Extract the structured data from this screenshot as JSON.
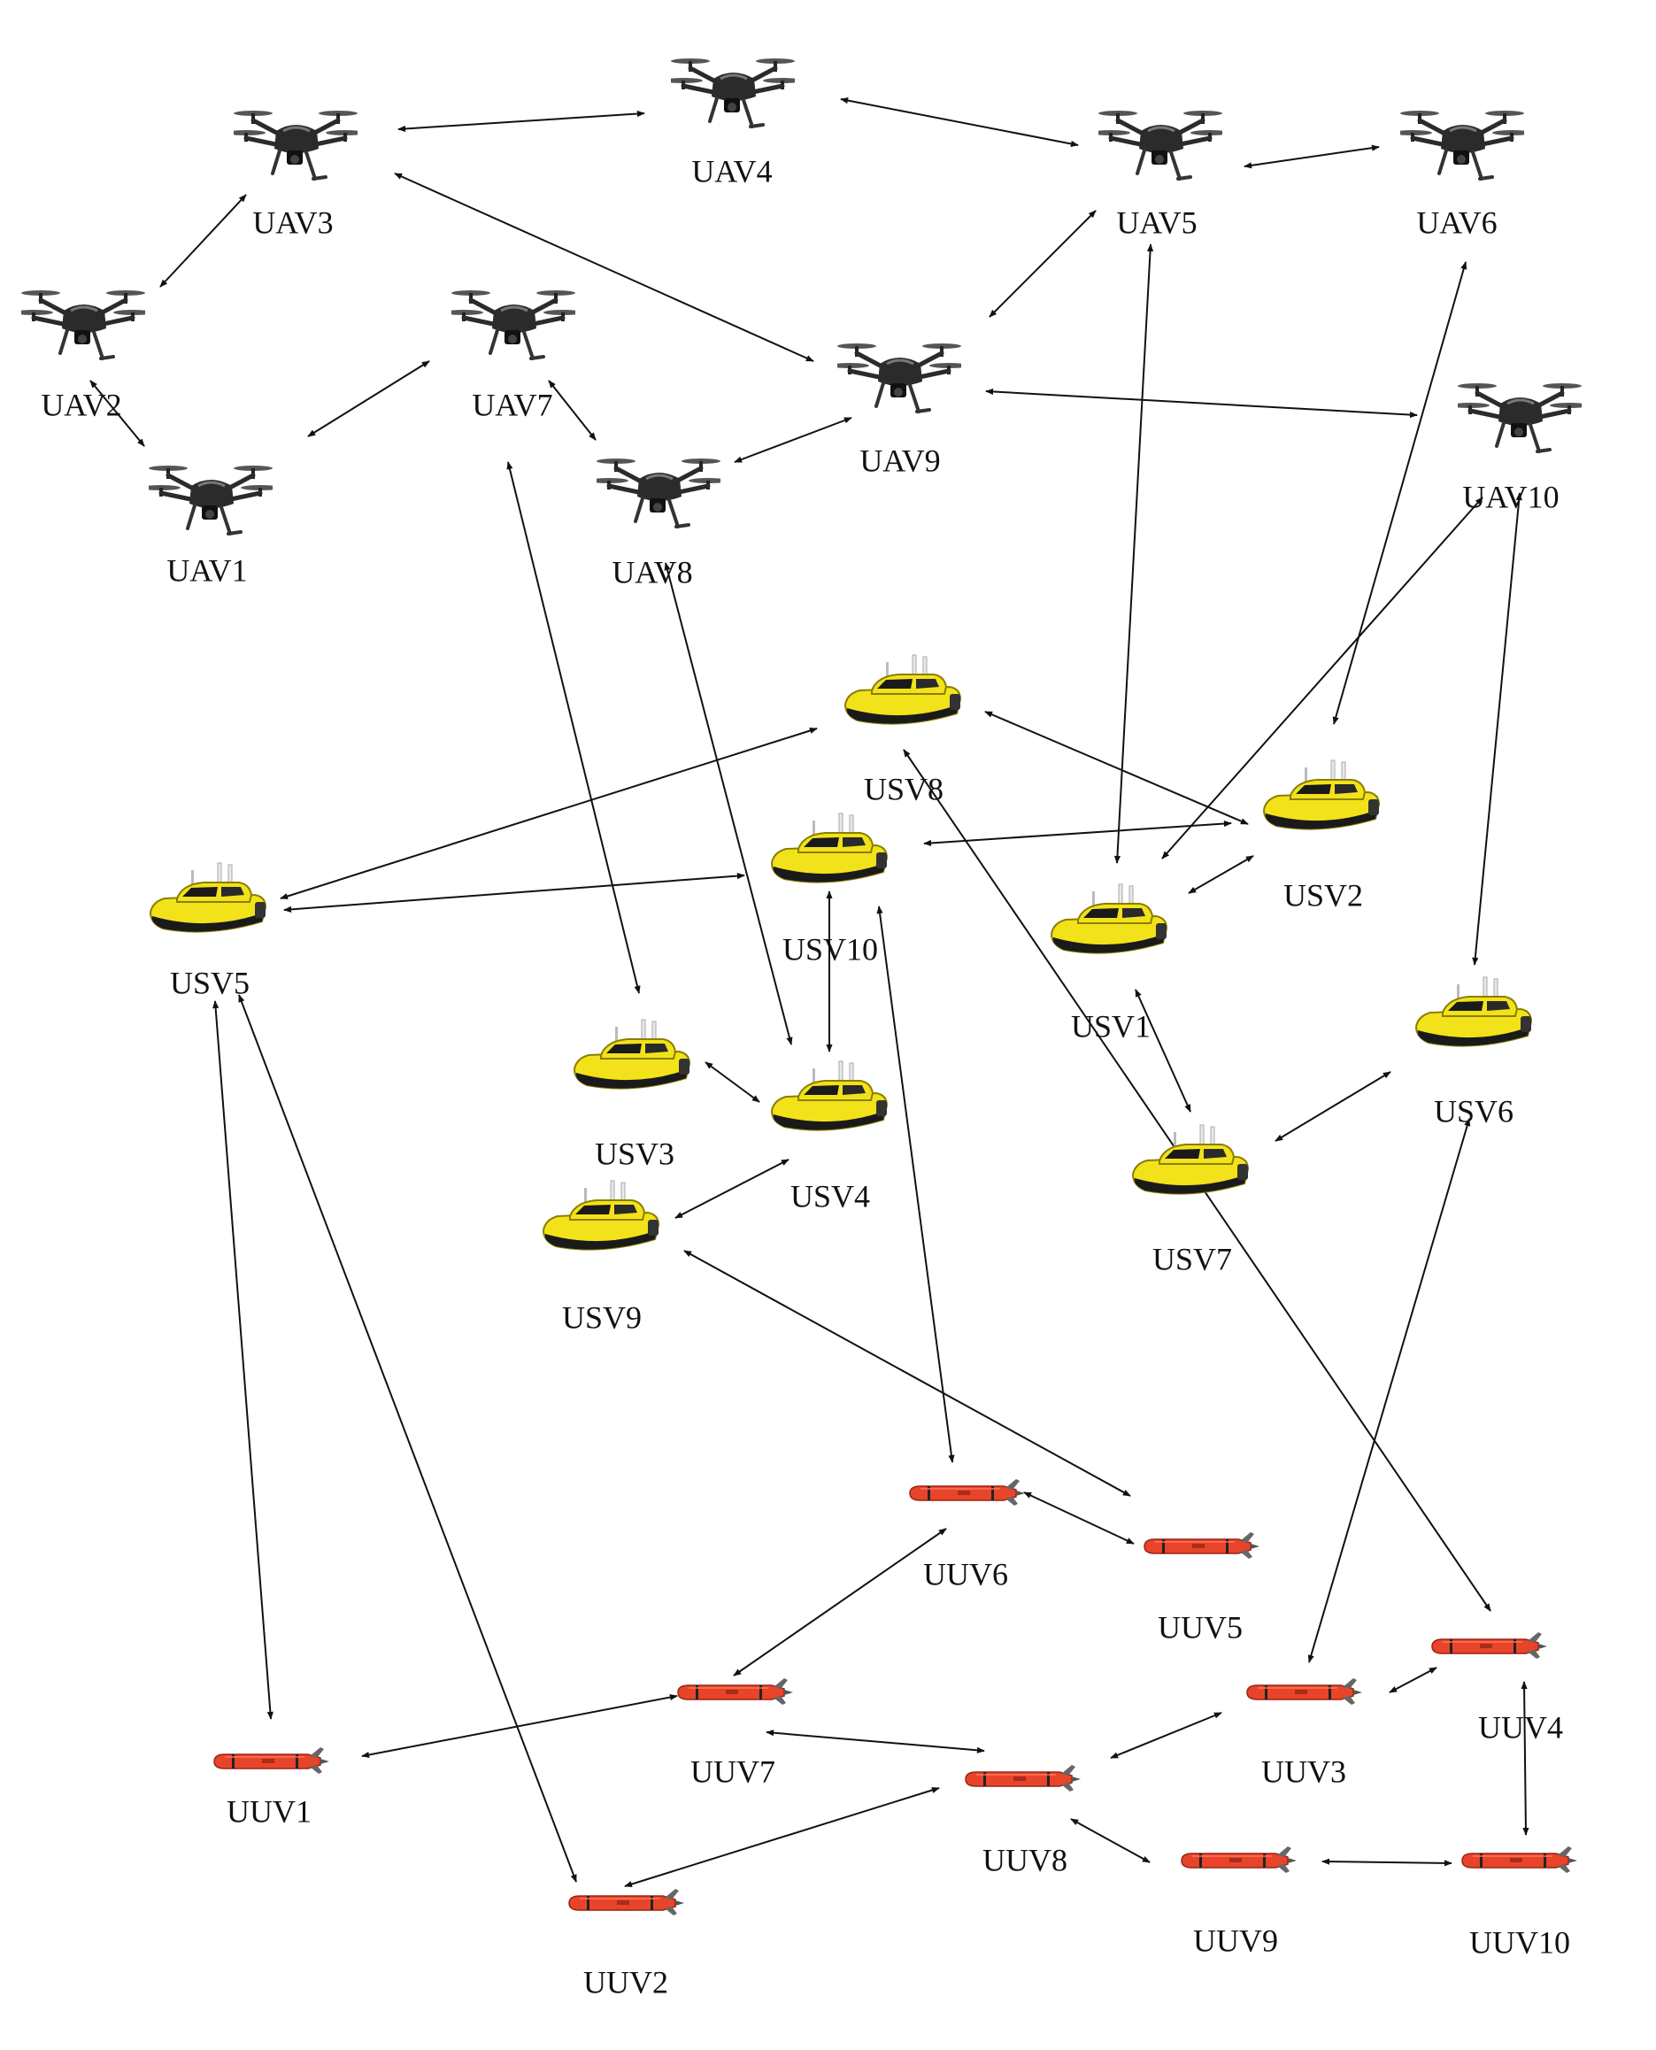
{
  "colors": {
    "background": "#ffffff",
    "line": "#111111",
    "uav_body": "#2b2b2b",
    "uav_dark": "#111111",
    "usv_hull": "#f2e21a",
    "usv_hull_dark": "#c4b200",
    "usv_trim": "#1a1a1a",
    "uuv_body": "#e8442a",
    "uuv_dark": "#9a2414"
  },
  "icons": {
    "uav": "quadcopter-drone-icon",
    "usv": "yellow-surface-boat-icon",
    "uuv": "red-torpedo-uuv-icon"
  },
  "nodes": {
    "UAV1": {
      "label": "UAV1",
      "type": "uav"
    },
    "UAV2": {
      "label": "UAV2",
      "type": "uav"
    },
    "UAV3": {
      "label": "UAV3",
      "type": "uav"
    },
    "UAV4": {
      "label": "UAV4",
      "type": "uav"
    },
    "UAV5": {
      "label": "UAV5",
      "type": "uav"
    },
    "UAV6": {
      "label": "UAV6",
      "type": "uav"
    },
    "UAV7": {
      "label": "UAV7",
      "type": "uav"
    },
    "UAV8": {
      "label": "UAV8",
      "type": "uav"
    },
    "UAV9": {
      "label": "UAV9",
      "type": "uav"
    },
    "UAV10": {
      "label": "UAV10",
      "type": "uav"
    },
    "USV1": {
      "label": "USV1",
      "type": "usv"
    },
    "USV2": {
      "label": "USV2",
      "type": "usv"
    },
    "USV3": {
      "label": "USV3",
      "type": "usv"
    },
    "USV4": {
      "label": "USV4",
      "type": "usv"
    },
    "USV5": {
      "label": "USV5",
      "type": "usv"
    },
    "USV6": {
      "label": "USV6",
      "type": "usv"
    },
    "USV7": {
      "label": "USV7",
      "type": "usv"
    },
    "USV8": {
      "label": "USV8",
      "type": "usv"
    },
    "USV9": {
      "label": "USV9",
      "type": "usv"
    },
    "USV10": {
      "label": "USV10",
      "type": "usv"
    },
    "UUV1": {
      "label": "UUV1",
      "type": "uuv"
    },
    "UUV2": {
      "label": "UUV2",
      "type": "uuv"
    },
    "UUV3": {
      "label": "UUV3",
      "type": "uuv"
    },
    "UUV4": {
      "label": "UUV4",
      "type": "uuv"
    },
    "UUV5": {
      "label": "UUV5",
      "type": "uuv"
    },
    "UUV6": {
      "label": "UUV6",
      "type": "uuv"
    },
    "UUV7": {
      "label": "UUV7",
      "type": "uuv"
    },
    "UUV8": {
      "label": "UUV8",
      "type": "uuv"
    },
    "UUV9": {
      "label": "UUV9",
      "type": "uuv"
    },
    "UUV10": {
      "label": "UUV10",
      "type": "uuv"
    }
  },
  "links": [
    [
      "UAV3",
      "UAV4"
    ],
    [
      "UAV4",
      "UAV5"
    ],
    [
      "UAV5",
      "UAV6"
    ],
    [
      "UAV3",
      "UAV2"
    ],
    [
      "UAV3",
      "UAV9"
    ],
    [
      "UAV5",
      "UAV9"
    ],
    [
      "UAV2",
      "UAV1"
    ],
    [
      "UAV1",
      "UAV7"
    ],
    [
      "UAV7",
      "UAV8"
    ],
    [
      "UAV8",
      "UAV9"
    ],
    [
      "UAV9",
      "UAV10"
    ],
    [
      "UAV5",
      "USV1"
    ],
    [
      "UAV6",
      "USV2"
    ],
    [
      "UAV10",
      "USV1"
    ],
    [
      "UAV10",
      "USV6"
    ],
    [
      "UAV7",
      "USV3"
    ],
    [
      "UAV8",
      "USV4"
    ],
    [
      "USV8",
      "USV5"
    ],
    [
      "USV8",
      "USV2"
    ],
    [
      "USV5",
      "USV10"
    ],
    [
      "USV10",
      "USV2"
    ],
    [
      "USV1",
      "USV2"
    ],
    [
      "USV10",
      "USV4"
    ],
    [
      "USV3",
      "USV4"
    ],
    [
      "USV4",
      "USV9"
    ],
    [
      "USV1",
      "USV7"
    ],
    [
      "USV7",
      "USV6"
    ],
    [
      "USV8",
      "UUV4"
    ],
    [
      "USV10",
      "UUV6"
    ],
    [
      "USV9",
      "UUV5"
    ],
    [
      "USV5",
      "UUV1"
    ],
    [
      "USV5",
      "UUV2"
    ],
    [
      "USV6",
      "UUV3"
    ],
    [
      "UUV6",
      "UUV5"
    ],
    [
      "UUV6",
      "UUV7"
    ],
    [
      "UUV1",
      "UUV7"
    ],
    [
      "UUV7",
      "UUV8"
    ],
    [
      "UUV8",
      "UUV2"
    ],
    [
      "UUV8",
      "UUV3"
    ],
    [
      "UUV8",
      "UUV9"
    ],
    [
      "UUV3",
      "UUV4"
    ],
    [
      "UUV9",
      "UUV10"
    ],
    [
      "UUV10",
      "UUV4"
    ]
  ]
}
